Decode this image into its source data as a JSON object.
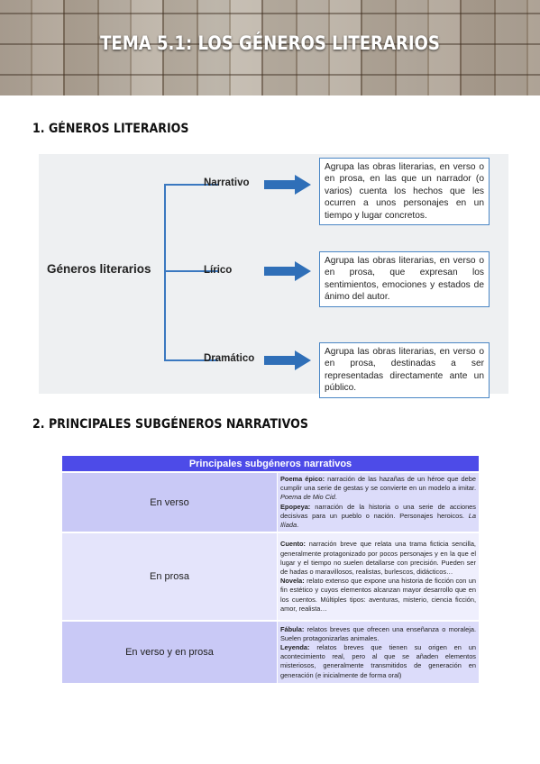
{
  "banner": {
    "title": "TEMA 5.1: LOS GÉNEROS LITERARIOS"
  },
  "section1": {
    "heading": "1.  GÉNEROS LITERARIOS"
  },
  "diagram": {
    "root": "Géneros literarios",
    "branches": [
      {
        "label": "Narrativo",
        "text": "Agrupa las obras literarias, en verso o en prosa, en las que un narrador (o varios) cuenta los hechos que les ocurren a unos personajes en un tiempo y lugar concretos."
      },
      {
        "label": "Lírico",
        "text": "Agrupa las obras literarias, en verso o en prosa, que expresan los sentimientos, emociones y estados de ánimo del autor."
      },
      {
        "label": "Dramático",
        "text": "Agrupa las obras literarias, en verso o en prosa, destinadas a ser representadas directamente ante un público."
      }
    ],
    "colors": {
      "accent": "#3a78c0",
      "arrow": "#2f6fb8"
    }
  },
  "section2": {
    "heading": "2.  PRINCIPALES SUBGÉNEROS NARRATIVOS"
  },
  "table": {
    "header": "Principales subgéneros narrativos",
    "rows": [
      {
        "category": "En verso",
        "items": [
          {
            "term": "Poema épico:",
            "text": " narración de las hazañas de un héroe que debe cumplir una serie de gestas y se convierte en un modelo a imitar. ",
            "example": "Poema de Mio Cid",
            "tail": "."
          },
          {
            "term": "Epopeya:",
            "text": " narración de la historia o una serie de acciones decisivas para un pueblo o nación. Personajes heroicos. ",
            "example": "La Ilíada",
            "tail": "."
          }
        ]
      },
      {
        "category": "En prosa",
        "items": [
          {
            "term": "Cuento:",
            "text": " narración breve que relata una trama ficticia sencilla, generalmente protagonizado por pocos personajes y en la que el lugar y el tiempo no suelen detallarse con precisión. Pueden ser de hadas o maravillosos, realistas, burlescos, didácticos…"
          },
          {
            "term": "Novela:",
            "text": " relato extenso que expone una historia de ficción con un fin estético y cuyos elementos alcanzan mayor desarrollo que en los cuentos. Múltiples tipos: aventuras, misterio, ciencia ficción, amor, realista…"
          }
        ]
      },
      {
        "category": "En verso y en prosa",
        "items": [
          {
            "term": "Fábula:",
            "text": " relatos breves que ofrecen una enseñanza o moraleja. Suelen protagonizarlas animales."
          },
          {
            "term": "Leyenda:",
            "text": " relatos breves que tienen su origen en un acontecimiento real, pero al que se añaden elementos misteriosos, generalmente transmitidos de generación en generación (e inicialmente de forma oral)"
          }
        ]
      }
    ],
    "colors": {
      "header": "#4d4be8",
      "cell_a": "#c9c9f6",
      "cell_b": "#e4e4fb"
    }
  }
}
